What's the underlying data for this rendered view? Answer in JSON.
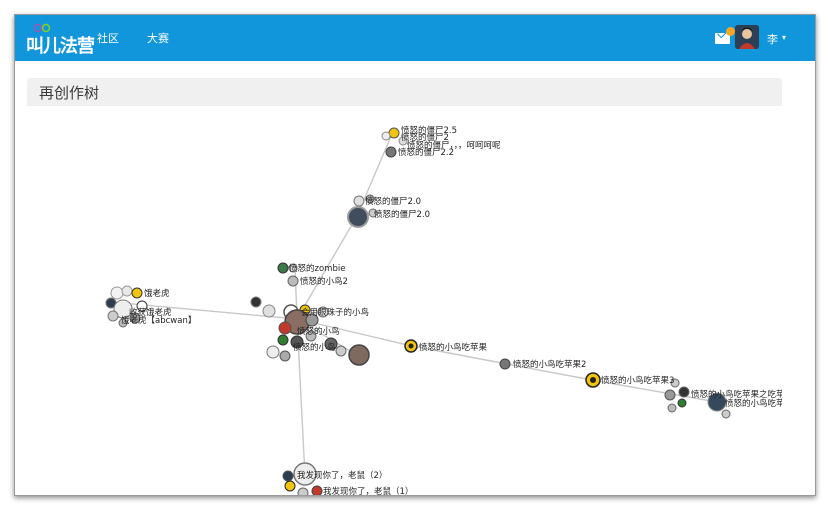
{
  "header": {
    "logo_text": "叫儿法营",
    "nav": {
      "community": "社区",
      "contest": "大赛"
    },
    "user": {
      "name": "李",
      "caret": "▾"
    },
    "icons": {
      "mail": "mail-icon",
      "avatar": "user-avatar"
    },
    "colors": {
      "bar": "#1296db",
      "badge": "#f5a623"
    }
  },
  "panel": {
    "title": "再创作树"
  },
  "tree": {
    "edge_color": "#c8c8c8",
    "labels": {
      "n1": "愤怒的僵尸2.5",
      "n2": "愤怒的僵尸2",
      "n3": "愤怒的僵尸，，，呵呵呵呢",
      "n4": "愤怒的僵尸2.2",
      "n5": "愤怒的僵尸2.0",
      "n6": "愤怒的僵尸2.0",
      "n7": "愤怒的zombie",
      "n8": "愤怒的小鸟2",
      "n9": "饿老虎",
      "n10": "收获饿老虎",
      "n11": "饿老虎【abcwan】",
      "n12": "会用眼珠子的小鸟",
      "n13": "愤怒的小鸟",
      "n14": "愤怒的小鸟",
      "n15": "愤怒的小鸟吃苹果",
      "n16": "愤怒的小鸟吃苹果2",
      "n17": "愤怒的小鸟吃苹果3",
      "n18": "愤怒的小鸟吃苹果之吃苹果大",
      "n19": "愤怒的小鸟吃苹",
      "n20": "我发现你了，老鼠（2）",
      "n21": "我发现你了，老鼠（1）"
    }
  }
}
